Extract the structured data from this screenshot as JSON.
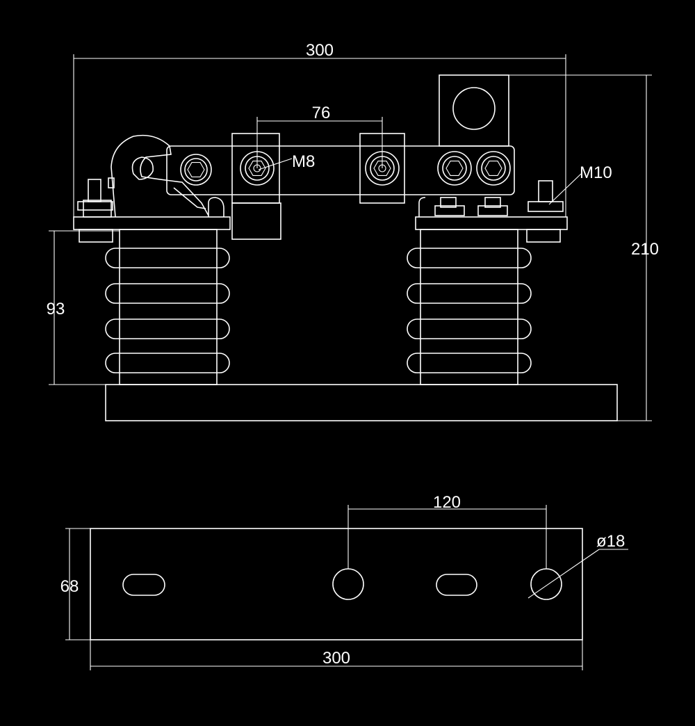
{
  "colors": {
    "background": "#000000",
    "line": "#ffffff"
  },
  "front_view": {
    "overall_width": "300",
    "overall_height": "210",
    "insulator_height": "93",
    "bolt_spacing": "76",
    "bolt_label_small": "M8",
    "bolt_label_large": "M10"
  },
  "plan_view": {
    "hole_spacing": "120",
    "hole_diameter": "ø18",
    "base_depth": "68",
    "base_width": "300"
  }
}
